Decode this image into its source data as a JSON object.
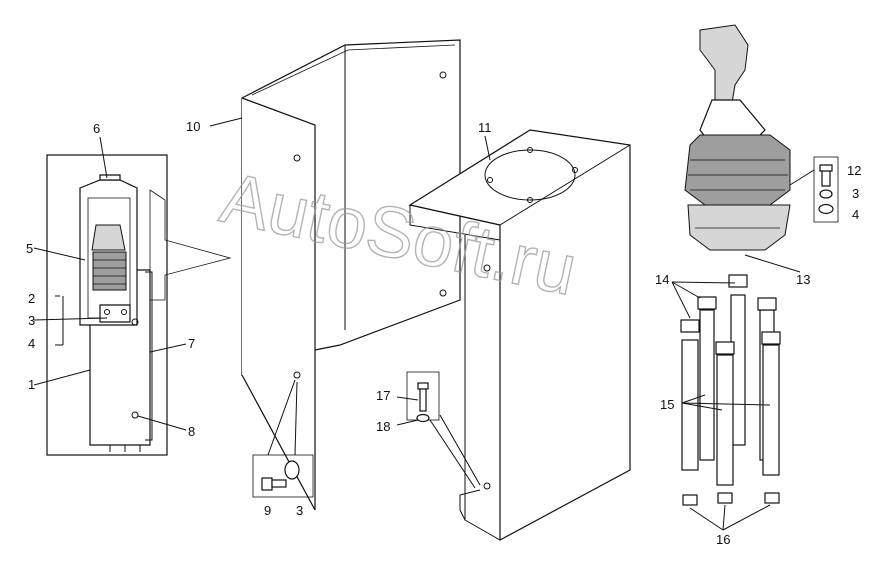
{
  "watermark": "AutoSoft.ru",
  "callouts": {
    "c1": "1",
    "c2": "2",
    "c3": "3",
    "c4": "4",
    "c5": "5",
    "c6": "6",
    "c7": "7",
    "c8": "8",
    "c9": "9",
    "c3b": "3",
    "c10": "10",
    "c11": "11",
    "c12": "12",
    "c3c": "3",
    "c4b": "4",
    "c13": "13",
    "c14": "14",
    "c15": "15",
    "c16": "16",
    "c17": "17",
    "c18": "18"
  }
}
